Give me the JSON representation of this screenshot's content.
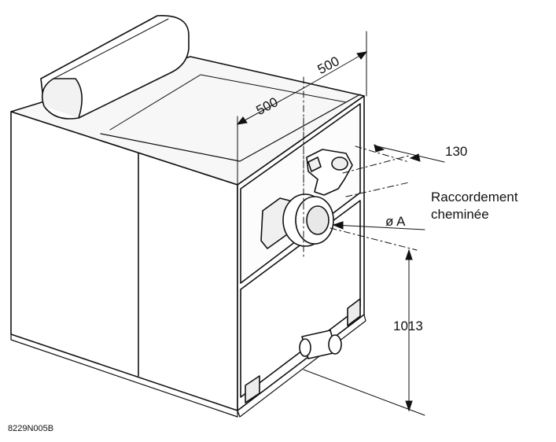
{
  "diagram": {
    "dimensions": {
      "width_top": "500",
      "depth_top": "500",
      "flue_offset": "130",
      "flue_height": "1013"
    },
    "labels": {
      "connection_line1": "Raccordement",
      "connection_line2": "cheminée",
      "diameter": "ø A"
    },
    "reference_code": "8229N005B",
    "colors": {
      "line": "#111111",
      "body_light": "#ffffff",
      "shade": "#ececec"
    }
  }
}
